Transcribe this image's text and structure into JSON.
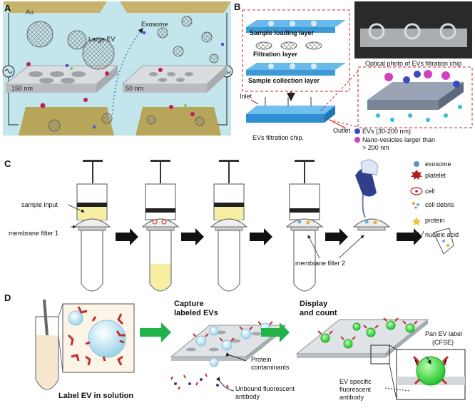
{
  "panels": {
    "A": {
      "letter": "A",
      "au": "Au",
      "large_ev": "Large EV",
      "exosome": "Exosome",
      "pore1": "150 nm",
      "pore2": "50 nm"
    },
    "B": {
      "letter": "B",
      "layer1": "Sample loading layer",
      "layer2": "Filtration layer",
      "layer3": "Sample collection layer",
      "photo_caption": "Optical photo of EVs filtration chip",
      "inlet": "Inlet",
      "outlet": "Outlet",
      "chip_caption": "EVs filtration chip.",
      "legend_evs": "EVs (30-200 nm)",
      "legend_nano_1": "Nano-vesicles larger than",
      "legend_nano_2": "> 200 nm"
    },
    "C": {
      "letter": "C",
      "sample_input": "sample input",
      "membrane_filter_1": "membrane filter 1",
      "membrane_filter_2": "membrane filter 2",
      "legend": [
        "exosome",
        "platelet",
        "cell",
        "cell debris",
        "protein",
        "nucleic acid"
      ]
    },
    "D": {
      "letter": "D",
      "capture_1": "Capture",
      "capture_2": "labeled EVs",
      "display_1": "Display",
      "display_2": "and count",
      "label_ev": "Label EV in solution",
      "protein_1": "Protein",
      "protein_2": "contaminants",
      "unbound_1": "Unbound fluorescent",
      "unbound_2": "antibody",
      "pan_1": "Pan EV label",
      "pan_2": "(CFSE)",
      "ev_1": "EV specific",
      "ev_2": "fluorescent",
      "ev_3": "antibody"
    }
  },
  "colors": {
    "panel_a_bg": "#bfe3ea",
    "gold": "#c9b46a",
    "chip_blue": "#4aa8e0",
    "arrow_green": "#1fb24a",
    "vesicle_green": "#38d83a",
    "red_dashed": "#d02020"
  }
}
